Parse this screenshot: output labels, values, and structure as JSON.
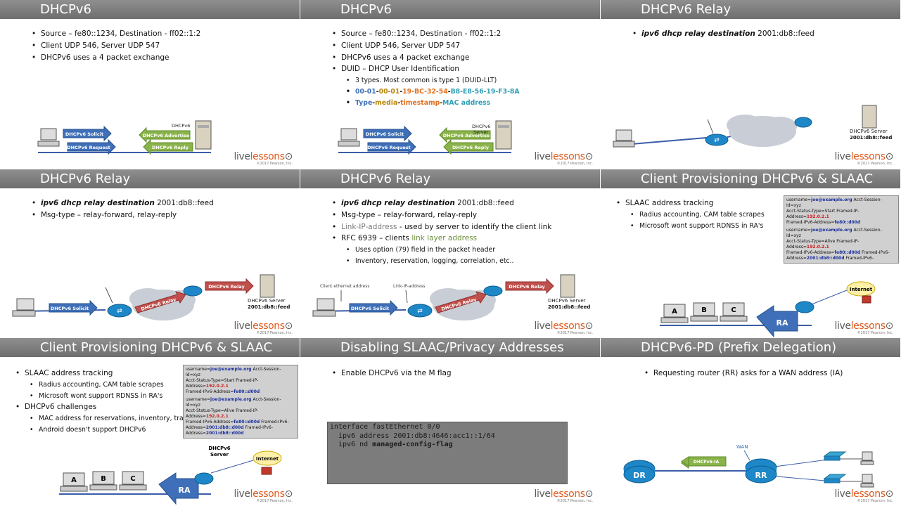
{
  "logo": {
    "pre": "live",
    "mid": "lessons",
    "copyright": "©2017 Pearson, Inc."
  },
  "s1": {
    "title": "DHCPv6",
    "bullets": [
      "Source – fe80::1234, Destination - ff02::1:2",
      "Client UDP 546, Server UDP 547",
      "DHCPv6 uses a 4 packet exchange"
    ],
    "diagram": {
      "server_label": "DHCPv6",
      "msgs": [
        "DHCPv6 Solicit",
        "DHCPv6 Request",
        "DHCPv6 Advertise",
        "DHCPv6 Reply"
      ]
    }
  },
  "s2": {
    "title": "DHCPv6",
    "bullets": [
      "Source – fe80::1234, Destination - ff02::1:2",
      "Client UDP 546, Server UDP 547",
      "DHCPv6 uses a 4 packet exchange",
      "DUID – DHCP User Identification"
    ],
    "sub": [
      "3 types. Most common is type 1 (DUID-LLT)"
    ],
    "duid": {
      "type": "00-01",
      "media": "00-01",
      "timestamp": "19-BC-32-54",
      "mac": "B8-E8-56-19-F3-8A",
      "sep": "-"
    },
    "legend": {
      "type": "Type",
      "media": "media",
      "timestamp": "timestamp",
      "mac": "MAC address"
    },
    "diagram": {
      "server_label": "DHCPv6",
      "server_label2": "Server",
      "msgs": [
        "DHCPv6 Solicit",
        "DHCPv6 Request",
        "DHCPv6 Advertise",
        "DHCPv6 Reply"
      ]
    }
  },
  "s3": {
    "title": "DHCPv6 Relay",
    "cmd_em": "ipv6 dhcp relay destination",
    "cmd_rest": " 2001:db8::feed",
    "server": "DHCPv6 Server",
    "server_addr": "2001:db8::feed"
  },
  "s4": {
    "title": "DHCPv6 Relay",
    "cmd_em": "ipv6 dhcp relay destination",
    "cmd_rest": " 2001:db8::feed",
    "bullets": [
      "Msg-type – relay-forward, relay-reply"
    ],
    "msgs": [
      "DHCPv6 Solicit",
      "DHCPv6 Relay",
      "DHCPv6 Relay"
    ],
    "server": "DHCPv6 Server",
    "server_addr": "2001:db8::feed"
  },
  "s5": {
    "title": "DHCPv6 Relay",
    "cmd_em": "ipv6 dhcp relay destination",
    "cmd_rest": " 2001:db8::feed",
    "b2": "Msg-type – relay-forward, relay-reply",
    "b3_hl": "Link-IP-address",
    "b3_rest": " - used by server to identify the client link",
    "b4_pre": "RFC 6939 – clients ",
    "b4_hl": "link layer address",
    "sub": [
      "Uses option (79) field in the packet header",
      "Inventory, reservation, logging, correlation, etc.."
    ],
    "lbl_client": "Client ethernet address",
    "lbl_link": "Link-IP-address",
    "msgs": [
      "DHCPv6 Solicit",
      "DHCPv6 Relay",
      "DHCPv6 Relay"
    ],
    "server": "DHCPv6 Server",
    "server_addr": "2001:db8::feed"
  },
  "s6": {
    "title": "Client Provisioning DHCPv6 & SLAAC",
    "bullets": [
      "SLAAC address tracking"
    ],
    "sub": [
      "Radius accounting, CAM table scrapes",
      "Microsoft wont support RDNSS in RA's"
    ],
    "hosts": [
      "A",
      "B",
      "C"
    ],
    "ra": "RA",
    "internet": "Internet"
  },
  "s7": {
    "title": "Client Provisioning DHCPv6 & SLAAC",
    "b1": "SLAAC address tracking",
    "sub1": [
      "Radius accounting, CAM table scrapes",
      "Microsoft wont support RDNSS in RA's"
    ],
    "b2": "DHCPv6 challenges",
    "sub2": [
      "MAC address for reservations, inventory, tracking",
      "Android doesn't support DHCPv6"
    ],
    "hosts": [
      "A",
      "B",
      "C"
    ],
    "ra": "RA",
    "internet": "Internet",
    "server": "DHCPv6",
    "server2": "Server"
  },
  "box": {
    "l1a": "username=",
    "l1b": "joe@example.org",
    "l1c": " Acct-Session-Id=xyz",
    "l2a": "Acct-Status-Type=Start Framed-IP-Address=",
    "l2b": "192.0.2.1",
    "l3a": "Framed-IPv6-Address=",
    "l3b": "fe80::d00d",
    "l4a": "username=",
    "l4b": "joe@example.org",
    "l4c": " Acct-Session-Id=xyz",
    "l5a": "Acct-Status-Type=Alive Framed-IP-Address=",
    "l5b": "192.0.2.1",
    "l6a": "Framed-IPv6-Address=",
    "l6b": "fe80::d00d",
    "l6c": " Framed-IPv6-",
    "l7a": "Address=",
    "l7b": "2001:db8::d00d",
    "l7c": " Framed-IPv6-",
    "l8a": "Address=",
    "l8b": "2001:db8::d00d"
  },
  "s8": {
    "title": "Disabling SLAAC/Privacy Addresses",
    "bullets": [
      "Enable DHCPv6 via the M flag"
    ],
    "code1": "interface fastEthernet 0/0",
    "code2": "  ipv6 address 2001:db8:4646:acc1::1/64",
    "code3a": "  ipv6 nd ",
    "code3b": "managed-config-flag"
  },
  "s9": {
    "title": "DHCPv6-PD (Prefix Delegation)",
    "bullets": [
      "Requesting router (RR) asks for a WAN address (IA)"
    ],
    "wan": "WAN",
    "msg": "DHCPv6-IA",
    "dr": "DR",
    "rr": "RR"
  },
  "colors": {
    "blue": "#3f6fb8",
    "green": "#8ab34a",
    "red": "#c0504d",
    "teal": "#2f9fb5",
    "orange": "#e07020",
    "gold": "#b8860b"
  }
}
